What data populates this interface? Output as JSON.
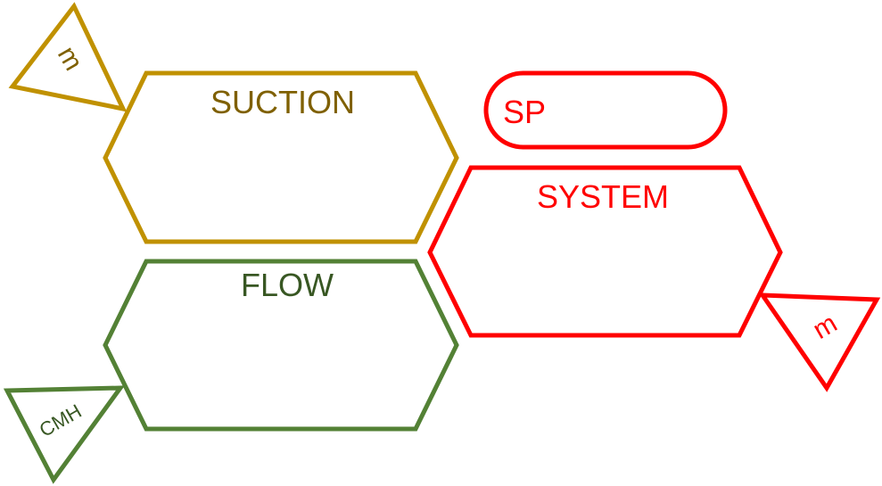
{
  "colors": {
    "suction_stroke": "#C09100",
    "suction_text": "#7F6000",
    "system_stroke": "#FF0000",
    "system_text": "#FF0000",
    "flow_stroke": "#538135",
    "flow_text": "#385723",
    "background": "#FFFFFF"
  },
  "blocks": {
    "suction": {
      "label": "SUCTION"
    },
    "system": {
      "label": "SYSTEM"
    },
    "flow": {
      "label": "FLOW"
    },
    "sp": {
      "label": "SP"
    }
  },
  "unit_tags": {
    "suction_unit": "m",
    "system_unit": "m",
    "flow_unit": "CMH"
  }
}
